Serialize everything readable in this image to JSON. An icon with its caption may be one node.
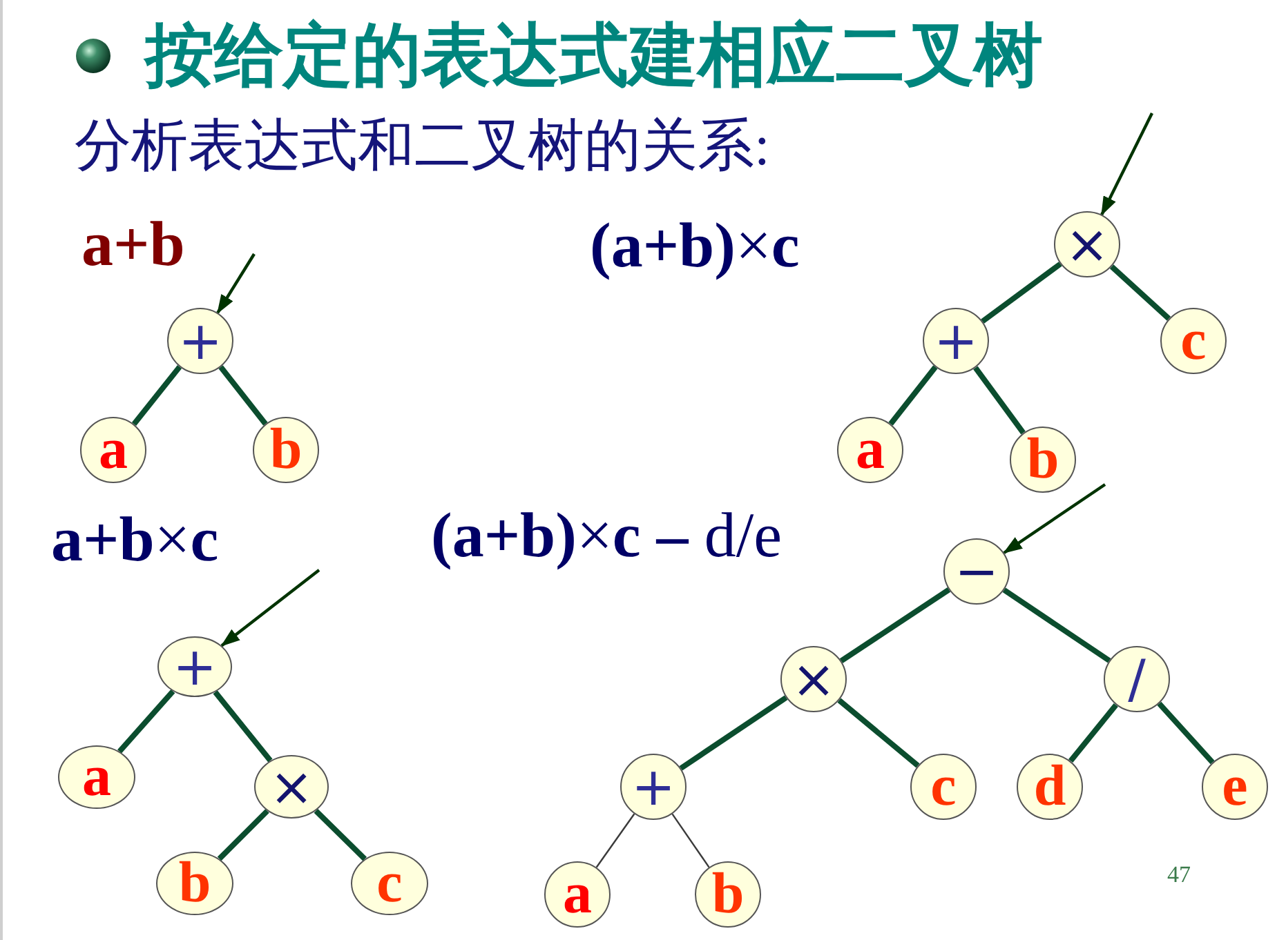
{
  "diagram": {
    "title": "按给定的表达式建相应二叉树",
    "nodes": [
      {
        "text": [
          "+"
        ]
      },
      {
        "text": [
          "a"
        ]
      },
      {
        "text": [
          "b"
        ]
      },
      {
        "text": [
          "×"
        ]
      },
      {
        "text": [
          "+"
        ]
      },
      {
        "text": [
          "c"
        ]
      },
      {
        "text": [
          "a"
        ]
      },
      {
        "text": [
          "b"
        ]
      },
      {
        "text": [
          "+"
        ]
      },
      {
        "text": [
          "a"
        ]
      },
      {
        "text": [
          "×"
        ]
      },
      {
        "text": [
          "b"
        ]
      },
      {
        "text": [
          "c"
        ]
      },
      {
        "text": [
          "−"
        ]
      },
      {
        "text": [
          "×"
        ]
      },
      {
        "text": [
          "/"
        ]
      },
      {
        "text": [
          "+"
        ]
      },
      {
        "text": [
          "c"
        ]
      },
      {
        "text": [
          "d"
        ]
      },
      {
        "text": [
          "e"
        ]
      },
      {
        "text": [
          "a"
        ]
      },
      {
        "text": [
          "b"
        ]
      }
    ],
    "edges": [
      {
        "from": null,
        "to": 0,
        "arrow": "to",
        "color": "#003300"
      },
      {
        "from": 0,
        "to": 1,
        "arrow": "none"
      },
      {
        "from": 0,
        "to": 2,
        "arrow": "none"
      },
      {
        "from": null,
        "to": 3,
        "arrow": "to",
        "color": "#003300"
      },
      {
        "from": 3,
        "to": 4,
        "arrow": "none"
      },
      {
        "from": 3,
        "to": 5,
        "arrow": "none"
      },
      {
        "from": 4,
        "to": 6,
        "arrow": "none"
      },
      {
        "from": 4,
        "to": 7,
        "arrow": "none"
      },
      {
        "from": null,
        "to": 8,
        "arrow": "to",
        "color": "#003300"
      },
      {
        "from": 8,
        "to": 9,
        "arrow": "none"
      },
      {
        "from": 8,
        "to": 10,
        "arrow": "none"
      },
      {
        "from": 10,
        "to": 11,
        "arrow": "none"
      },
      {
        "from": 10,
        "to": 12,
        "arrow": "none"
      },
      {
        "from": null,
        "to": 13,
        "arrow": "to",
        "color": "#003300"
      },
      {
        "from": 13,
        "to": 14,
        "arrow": "none"
      },
      {
        "from": 13,
        "to": 15,
        "arrow": "none"
      },
      {
        "from": 14,
        "to": 16,
        "arrow": "none"
      },
      {
        "from": 14,
        "to": 17,
        "arrow": "none"
      },
      {
        "from": 15,
        "to": 18,
        "arrow": "none"
      },
      {
        "from": 15,
        "to": 19,
        "arrow": "none"
      },
      {
        "from": 16,
        "to": 20,
        "arrow": "none",
        "color": "#3a3a3a"
      },
      {
        "from": 16,
        "to": 21,
        "arrow": "none",
        "color": "#3a3a3a"
      }
    ],
    "labels": [
      "分析表达式和二叉树的关系:",
      "a+b",
      "**(a+b)**×**c**",
      "**a+b**×**c**",
      "**(a+b)**×**c –** d/e",
      "47"
    ]
  }
}
